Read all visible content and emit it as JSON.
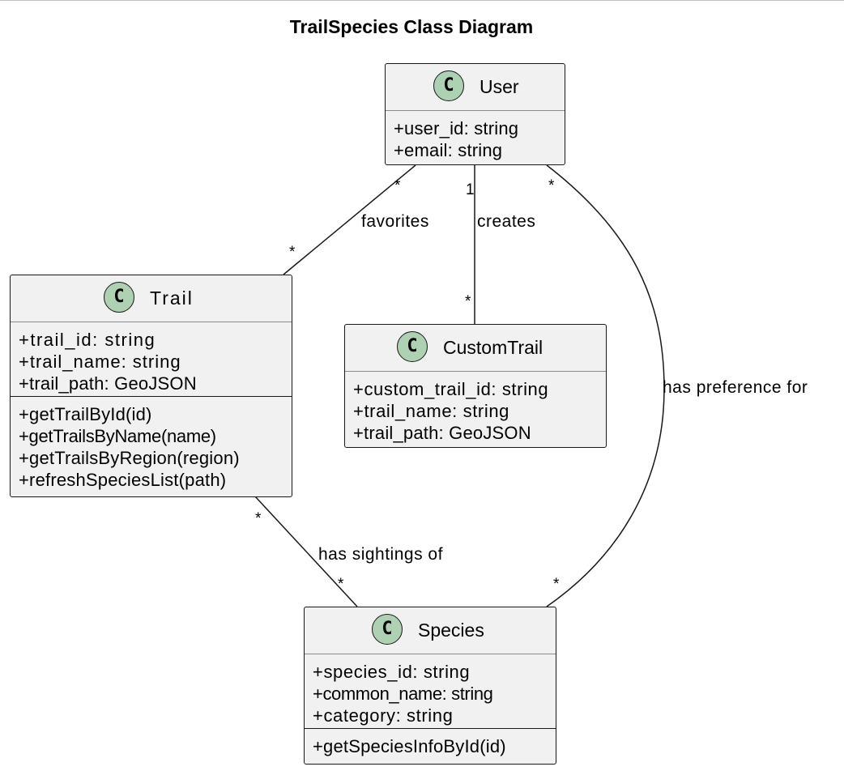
{
  "diagram": {
    "title": "TrailSpecies Class Diagram",
    "badge_letter": "C",
    "classes": {
      "user": {
        "name": "User",
        "attributes": [
          "+user_id: string",
          "+email: string"
        ],
        "methods": []
      },
      "trail": {
        "name": "Trail",
        "attributes": [
          "+trail_id: string",
          "+trail_name: string",
          "+trail_path: GeoJSON"
        ],
        "methods": [
          "+getTrailById(id)",
          "+getTrailsByName(name)",
          "+getTrailsByRegion(region)",
          "+refreshSpeciesList(path)"
        ]
      },
      "customtrail": {
        "name": "CustomTrail",
        "attributes": [
          "+custom_trail_id: string",
          "+trail_name: string",
          "+trail_path: GeoJSON"
        ],
        "methods": []
      },
      "species": {
        "name": "Species",
        "attributes": [
          "+species_id: string",
          "+common_name: string",
          "+category: string"
        ],
        "methods": [
          "+getSpeciesInfoById(id)"
        ]
      }
    },
    "relations": {
      "favorites": {
        "label": "favorites",
        "source_mult": "*",
        "target_mult": "*"
      },
      "creates": {
        "label": "creates",
        "source_mult": "1",
        "target_mult": "*"
      },
      "has_preference_for": {
        "label": "has preference for",
        "source_mult": "*",
        "target_mult": "*"
      },
      "has_sightings_of": {
        "label": "has sightings of",
        "source_mult": "*",
        "target_mult": "*"
      }
    },
    "colors": {
      "class_fill": "#f1f1f1",
      "class_border": "#181818",
      "badge_fill": "#add1b2",
      "line": "#181818"
    }
  }
}
